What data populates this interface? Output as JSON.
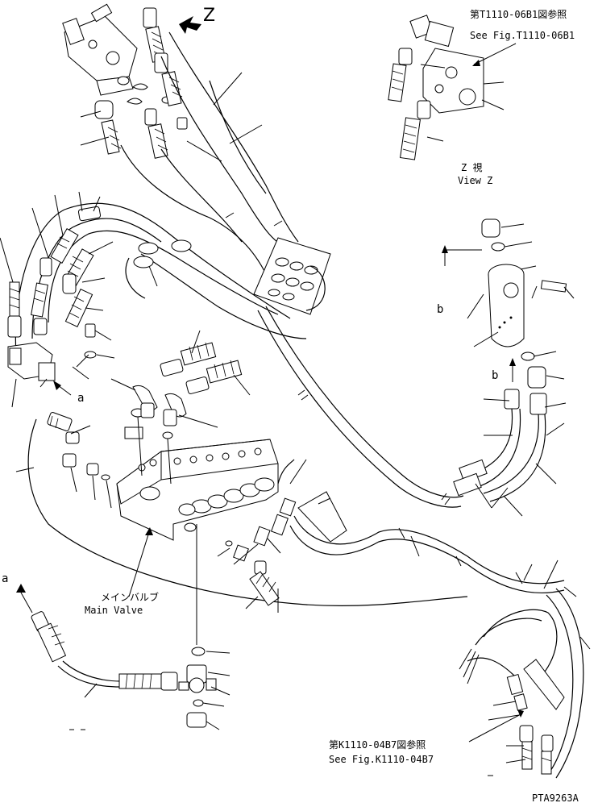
{
  "labels": {
    "view_letter": "Z",
    "ref_top_jp": "第T1110-06B1図参照",
    "ref_top_en": "See Fig.T1110-06B1",
    "view_jp": "Z 視",
    "view_en": "View Z",
    "arrow_b_upper": "b",
    "arrow_b_lower": "b",
    "arrow_a_mid": "a",
    "arrow_a_left": "a",
    "main_valve_jp": "メインバルブ",
    "main_valve_en": "Main Valve",
    "ref_bottom_jp": "第K1110-04B7図参照",
    "ref_bottom_en": "See Fig.K1110-04B7",
    "drawing_id": "PTA9263A"
  }
}
